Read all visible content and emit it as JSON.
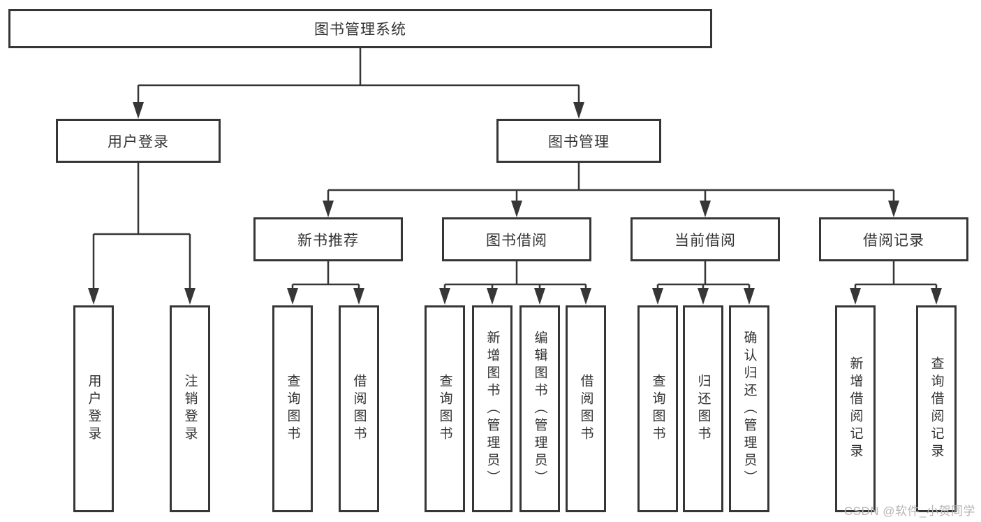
{
  "diagram_type": "tree",
  "tree": {
    "label": "图书管理系统",
    "children": [
      {
        "label": "用户登录",
        "children": [
          {
            "label": "用户登录"
          },
          {
            "label": "注销登录"
          }
        ]
      },
      {
        "label": "图书管理",
        "children": [
          {
            "label": "新书推荐",
            "children": [
              {
                "label": "查询图书"
              },
              {
                "label": "借阅图书"
              }
            ]
          },
          {
            "label": "图书借阅",
            "children": [
              {
                "label": "查询图书"
              },
              {
                "label": "新增图书（管理员）"
              },
              {
                "label": "编辑图书（管理员）"
              },
              {
                "label": "借阅图书"
              }
            ]
          },
          {
            "label": "当前借阅",
            "children": [
              {
                "label": "查询图书"
              },
              {
                "label": "归还图书"
              },
              {
                "label": "确认归还（管理员）"
              }
            ]
          },
          {
            "label": "借阅记录",
            "children": [
              {
                "label": "新增借阅记录"
              },
              {
                "label": "查询借阅记录"
              }
            ]
          }
        ]
      }
    ]
  },
  "watermark": "CSDN @软件_小贺同学",
  "colors": {
    "line": "#363636",
    "text": "#333333",
    "box-bg": "#ffffff",
    "watermark": "#b5b5b5"
  }
}
